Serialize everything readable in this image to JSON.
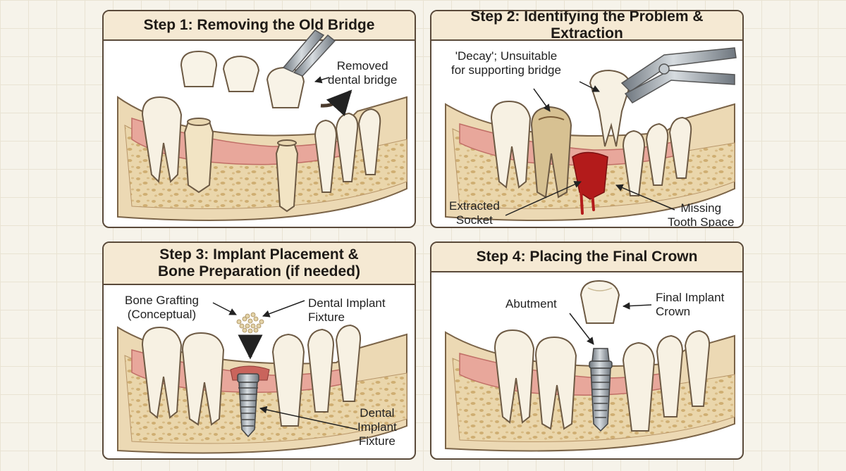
{
  "panels": [
    {
      "title_lines": [
        "Step 1: Removing the Old Bridge"
      ],
      "labels": {
        "removed_bridge": [
          "Removed",
          "dental bridge"
        ]
      }
    },
    {
      "title_lines": [
        "Step 2: Identifying the Problem & Extraction"
      ],
      "labels": {
        "decay": [
          "'Decay'; Unsuitable",
          "for supporting bridge"
        ],
        "extracted_socket": [
          "Extracted",
          "Socket"
        ],
        "missing_space": [
          "Missing",
          "Tooth Space"
        ]
      }
    },
    {
      "title_lines": [
        "Step 3: Implant Placement &",
        "Bone Preparation (if needed)"
      ],
      "labels": {
        "bone_grafting": [
          "Bone Grafting",
          "(Conceptual)"
        ],
        "implant_fixture_top": [
          "Dental Implant",
          "Fixture"
        ],
        "implant_fixture_bottom": [
          "Dental",
          "Implant",
          "Fixture"
        ]
      }
    },
    {
      "title_lines": [
        "Step 4: Placing the Final Crown"
      ],
      "labels": {
        "abutment": [
          "Abutment"
        ],
        "final_crown": [
          "Final Implant",
          "Crown"
        ]
      }
    }
  ],
  "colors": {
    "gum": "#e8a79b",
    "bone": "#e9d3a7",
    "tooth": "#f7f1e3",
    "metal": "#9aa3ab",
    "blood": "#b31b1b",
    "border": "#5a4a3a",
    "header": "#f5e9d3"
  },
  "icons": [
    "dental-forceps-icon",
    "dental-implant-icon",
    "tooth-crown-icon",
    "bone-graft-particles-icon"
  ]
}
